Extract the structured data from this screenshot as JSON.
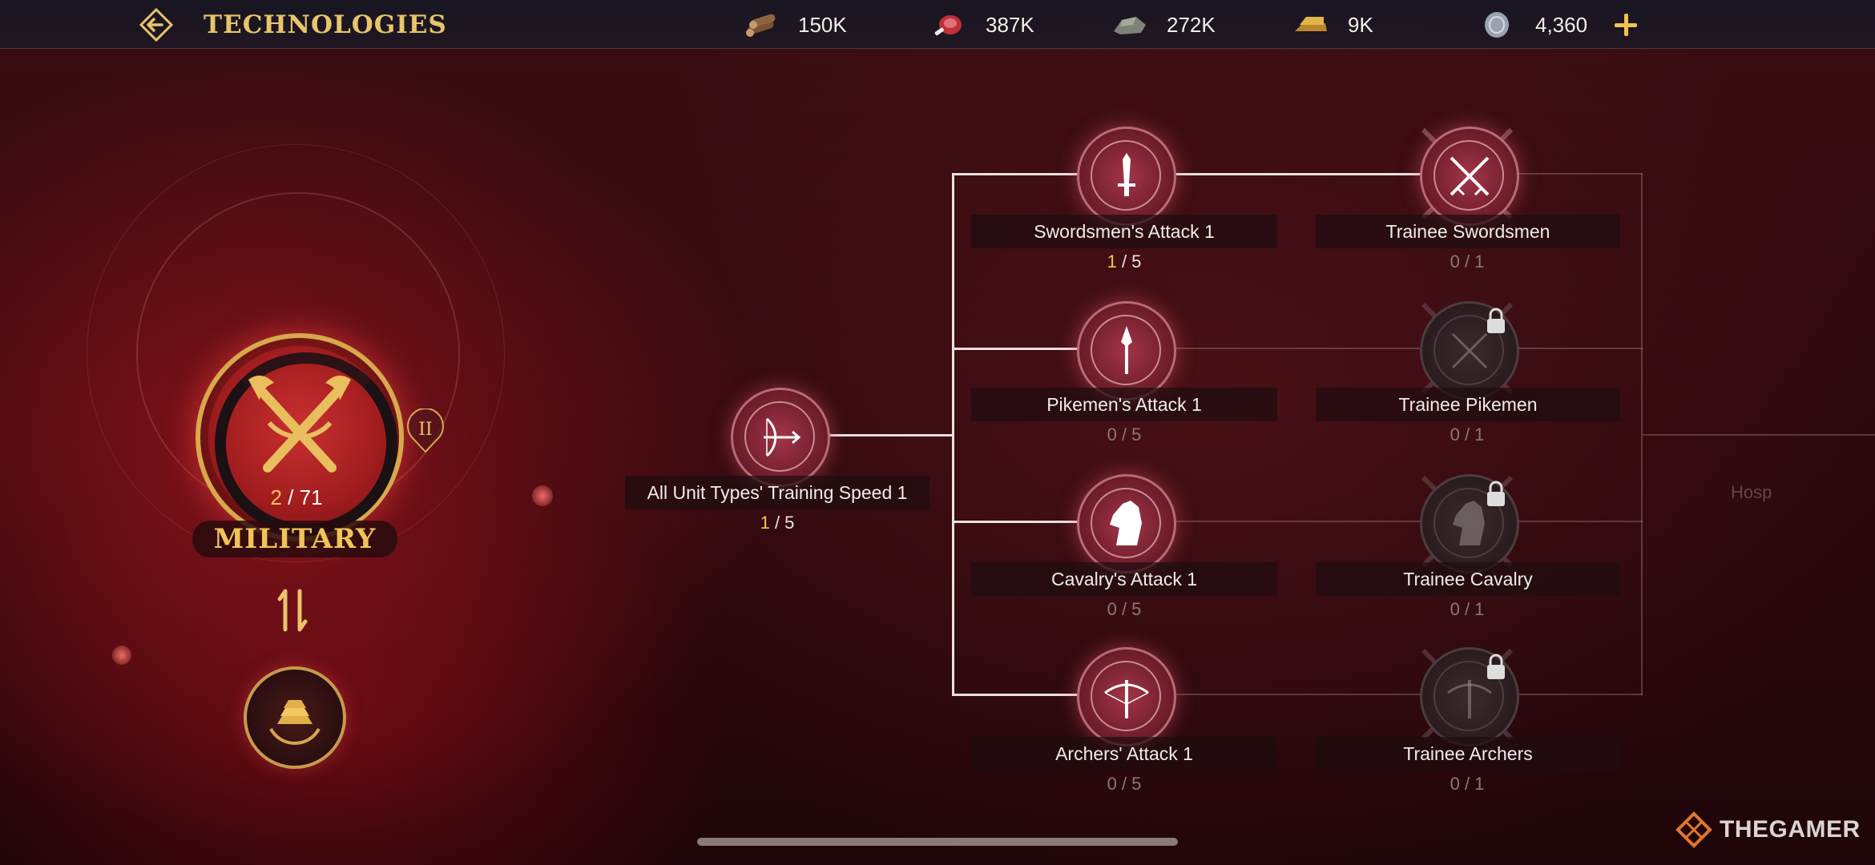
{
  "header": {
    "title": "TECHNOLOGIES",
    "resources": [
      {
        "name": "wood",
        "icon": "wood-logs-icon",
        "value": "150K"
      },
      {
        "name": "food",
        "icon": "meat-icon",
        "value": "387K"
      },
      {
        "name": "stone",
        "icon": "stone-icon",
        "value": "272K"
      },
      {
        "name": "gold",
        "icon": "gold-bar-icon",
        "value": "9K"
      },
      {
        "name": "silver",
        "icon": "silver-coin-icon",
        "value": "4,360"
      }
    ]
  },
  "category": {
    "name": "MILITARY",
    "progress_current": "2",
    "progress_total": "/ 71",
    "tier": "II"
  },
  "tree": {
    "root": {
      "label": "All Unit Types' Training Speed 1",
      "current": "1",
      "max": "/ 5"
    },
    "rows": [
      {
        "attack": {
          "label": "Swordsmen's Attack 1",
          "current": "1",
          "max": "/ 5",
          "progress": "1 / 5"
        },
        "trainee": {
          "label": "Trainee Swordsmen",
          "progress": "0 / 1"
        }
      },
      {
        "attack": {
          "label": "Pikemen's Attack 1",
          "progress": "0 / 5"
        },
        "trainee": {
          "label": "Trainee Pikemen",
          "progress": "0 / 1"
        }
      },
      {
        "attack": {
          "label": "Cavalry's Attack 1",
          "progress": "0 / 5"
        },
        "trainee": {
          "label": "Trainee Cavalry",
          "progress": "0 / 1"
        }
      },
      {
        "attack": {
          "label": "Archers' Attack 1",
          "progress": "0 / 5"
        },
        "trainee": {
          "label": "Trainee Archers",
          "progress": "0 / 1"
        }
      }
    ],
    "ghost_label": "Hosp"
  },
  "watermark": "THEGAMER"
}
